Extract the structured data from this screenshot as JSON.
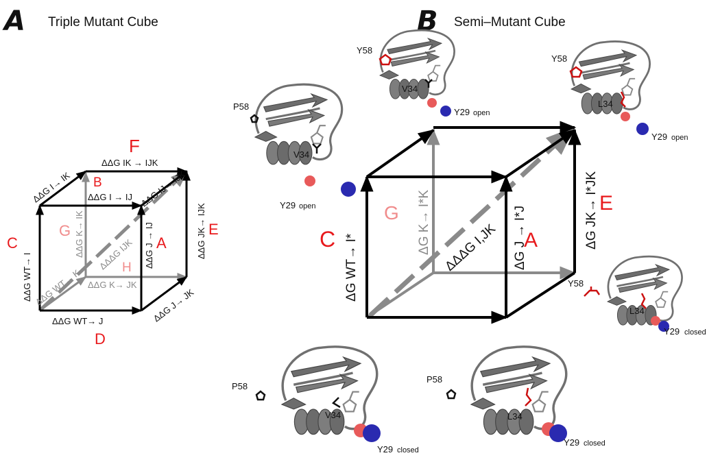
{
  "panel_a": {
    "letter": "A",
    "title": "Triple Mutant Cube",
    "edge_labels": {
      "top_back": "ΔΔG IK → IJK",
      "top_front": "ΔΔG I → IJ",
      "top_left": "ΔΔG I→ IK",
      "top_right": "ΔΔG IJ→ IJK",
      "vert_front_left": "ΔΔG WT→ I",
      "vert_front_right": "ΔΔG J → IJ",
      "vert_back_right": "ΔΔG JK→ IJK",
      "vert_back_left": "ΔΔG K→ IK",
      "diag": "ΔΔΔG IJK",
      "bottom_front": "ΔΔG WT→ J",
      "bottom_back": "ΔΔG K→ JK",
      "bottom_left": "ΔΔG WT→ K",
      "bottom_right": "ΔΔG J→ JK"
    },
    "face_letters": {
      "F": "F",
      "B": "B",
      "C": "C",
      "G": "G",
      "A": "A",
      "E": "E",
      "H": "H",
      "D": "D"
    }
  },
  "panel_b": {
    "letter": "B",
    "title": "Semi–Mutant Cube",
    "edge_labels": {
      "left": "ΔG WT→ I*",
      "back_left": "ΔG K→ I*K",
      "diag": "ΔΔΔG I,JK",
      "front_right": "ΔG J → I*J",
      "right": "ΔG JK→ I*JK"
    },
    "face_letters": {
      "C": "C",
      "G": "G",
      "A": "A",
      "E": "E"
    },
    "structures": [
      {
        "res1": "P58",
        "res2": "V34",
        "res3": "Y29",
        "state": "open"
      },
      {
        "res1": "Y58",
        "res2": "V34",
        "res3": "Y29",
        "state": "open"
      },
      {
        "res1": "Y58",
        "res2": "L34",
        "res3": "Y29",
        "state": "open"
      },
      {
        "res1": "Y58",
        "res2": "L34",
        "res3": "Y29",
        "state": "closed"
      },
      {
        "res1": "P58",
        "res2": "V34",
        "res3": "Y29",
        "state": "closed"
      },
      {
        "res1": "P58",
        "res2": "L34",
        "res3": "Y29",
        "state": "closed"
      }
    ]
  },
  "colors": {
    "black_arrow": "#000000",
    "gray_arrow": "#8a8a8a",
    "red_letter": "#e8191c",
    "pink_letter": "#f08c8c",
    "mutation_red": "#cc1111",
    "sphere_blue": "#2a2ab0",
    "sphere_red": "#e85a5a",
    "ribbon_gray": "#707070"
  }
}
